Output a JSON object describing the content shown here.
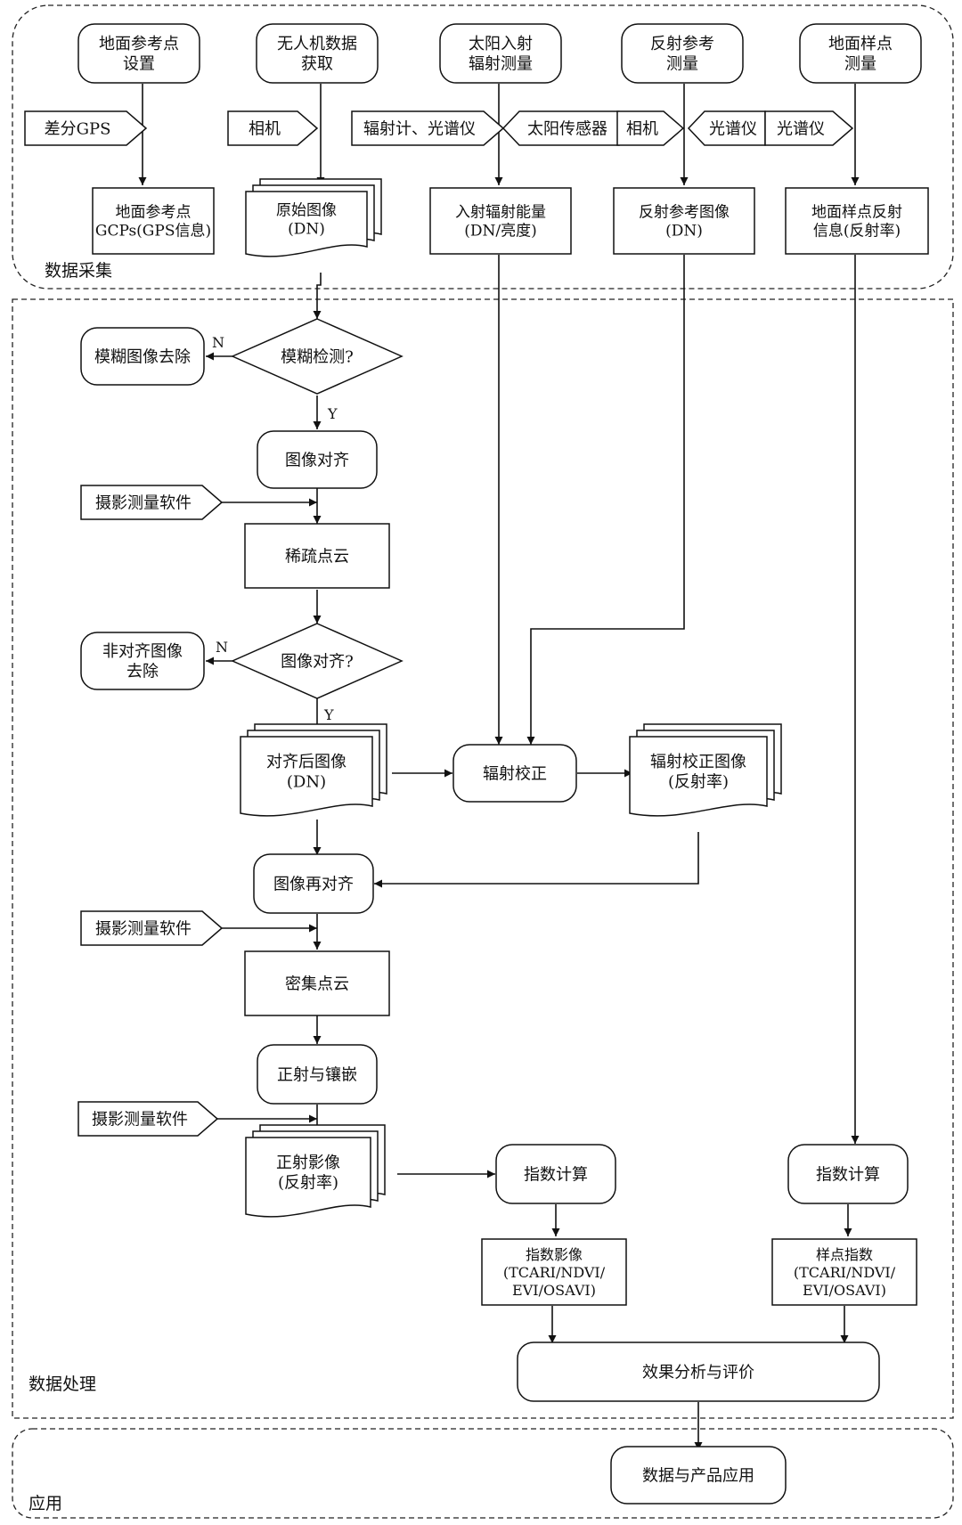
{
  "sections": {
    "acquisition": "数据采集",
    "processing": "数据处理",
    "application": "应用"
  },
  "nodes": {
    "gcp_setup": [
      "地面参考点",
      "设置"
    ],
    "uav_data": [
      "无人机数据",
      "获取"
    ],
    "solar_measure": [
      "太阳入射",
      "辐射测量"
    ],
    "ref_measure": [
      "反射参考",
      "测量"
    ],
    "sample_measure": [
      "地面样点",
      "测量"
    ],
    "diff_gps": [
      "差分GPS"
    ],
    "camera1": [
      "相机"
    ],
    "radiometer": [
      "辐射计、光谱仪"
    ],
    "sun_sensor": [
      "太阳传感器"
    ],
    "camera2": [
      "相机"
    ],
    "spectrometer1": [
      "光谱仪"
    ],
    "spectrometer2": [
      "光谱仪"
    ],
    "gcp_info": [
      "地面参考点",
      "GCPs(GPS信息)"
    ],
    "raw_image": [
      "原始图像",
      "(DN)"
    ],
    "incident_energy": [
      "入射辐射能量",
      "(DN/亮度)"
    ],
    "ref_image": [
      "反射参考图像",
      "(DN)"
    ],
    "sample_info": [
      "地面样点反射",
      "信息(反射率)"
    ],
    "blur_remove": [
      "模糊图像去除"
    ],
    "blur_check": [
      "模糊检测?"
    ],
    "img_align": [
      "图像对齐"
    ],
    "photo_sw1": [
      "摄影测量软件"
    ],
    "sparse_cloud": [
      "稀疏点云"
    ],
    "nonalign_remove": [
      "非对齐图像",
      "去除"
    ],
    "align_check": [
      "图像对齐?"
    ],
    "aligned_img": [
      "对齐后图像",
      "(DN)"
    ],
    "rad_correct": [
      "辐射校正"
    ],
    "rad_corrected_img": [
      "辐射校正图像",
      "(反射率)"
    ],
    "realign": [
      "图像再对齐"
    ],
    "photo_sw2": [
      "摄影测量软件"
    ],
    "dense_cloud": [
      "密集点云"
    ],
    "ortho_mosaic": [
      "正射与镶嵌"
    ],
    "photo_sw3": [
      "摄影测量软件"
    ],
    "ortho_img": [
      "正射影像",
      "(反射率)"
    ],
    "index_calc1": [
      "指数计算"
    ],
    "index_calc2": [
      "指数计算"
    ],
    "index_img": [
      "指数影像",
      "(TCARI/NDVI/",
      "EVI/OSAVI)"
    ],
    "sample_index": [
      "样点指数",
      "(TCARI/NDVI/",
      "EVI/OSAVI)"
    ],
    "analysis": [
      "效果分析与评价"
    ],
    "app": [
      "数据与产品应用"
    ]
  },
  "edge_labels": {
    "blur_no": "N",
    "blur_yes": "Y",
    "align_no": "N",
    "align_yes": "Y"
  }
}
